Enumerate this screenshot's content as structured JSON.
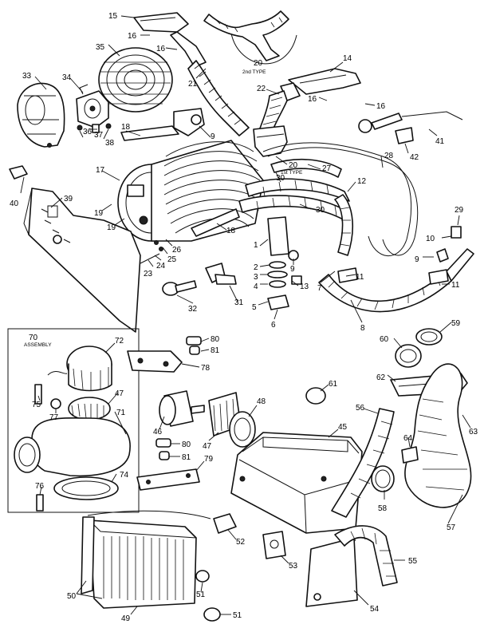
{
  "callouts": [
    "1",
    "2",
    "3",
    "4",
    "5",
    "6",
    "7",
    "8",
    "9",
    "10",
    "11",
    "12",
    "13",
    "14",
    "15",
    "16",
    "17",
    "18",
    "19",
    "20",
    "21",
    "22",
    "23",
    "24",
    "25",
    "26",
    "27",
    "28",
    "29",
    "30",
    "31",
    "32",
    "33",
    "34",
    "35",
    "36",
    "37",
    "38",
    "39",
    "40",
    "41",
    "42",
    "45",
    "46",
    "47",
    "48",
    "49",
    "50",
    "51",
    "52",
    "53",
    "54",
    "55",
    "56",
    "57",
    "58",
    "59",
    "60",
    "61",
    "62",
    "63",
    "64",
    "70",
    "71",
    "72",
    "74",
    "75",
    "76",
    "77",
    "78",
    "79",
    "80",
    "81"
  ],
  "notes": {
    "second_type": "2nd TYPE",
    "first_type": "1st TYPE",
    "assembly": "ASSEMBLY"
  }
}
